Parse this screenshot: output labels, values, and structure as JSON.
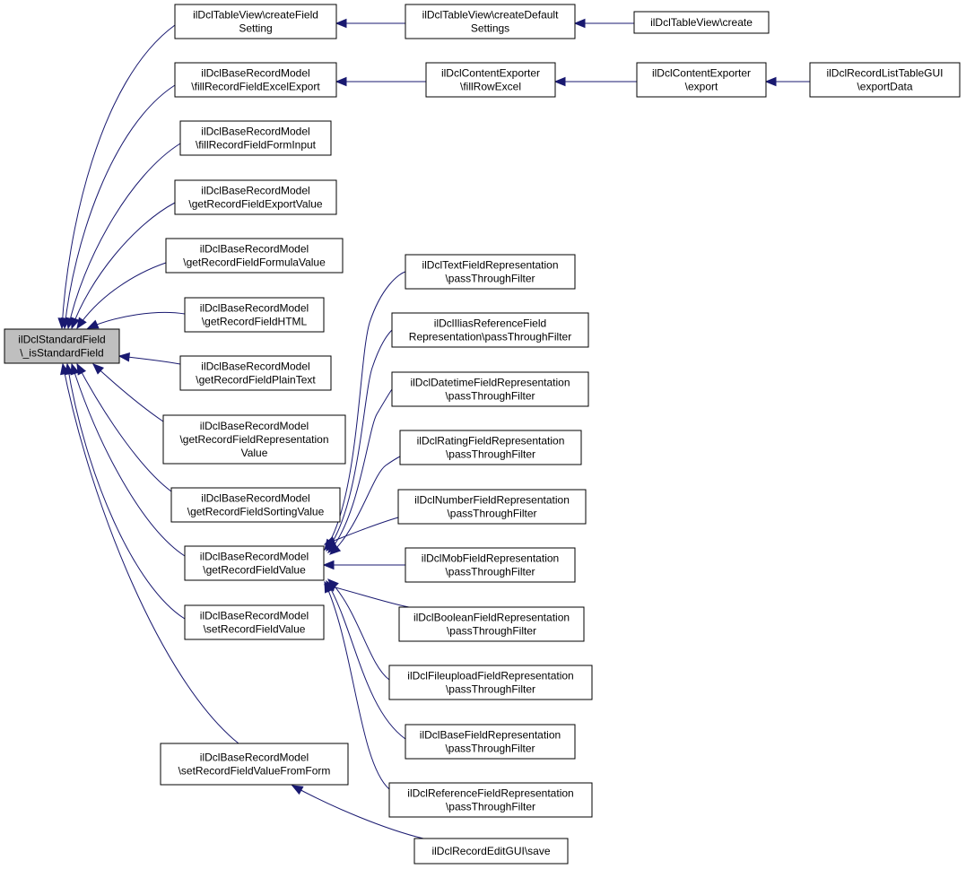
{
  "colors": {
    "edge": "#191970",
    "root_fill": "#bfbfbf",
    "node_fill": "#ffffff",
    "border": "#000000"
  },
  "nodes": [
    {
      "id": "root",
      "lines": [
        "ilDclStandardField",
        "\\_isStandardField"
      ]
    },
    {
      "id": "createFieldSetting",
      "lines": [
        "ilDclTableView\\createField",
        "Setting"
      ]
    },
    {
      "id": "createDefaultSettings",
      "lines": [
        "ilDclTableView\\createDefault",
        "Settings"
      ]
    },
    {
      "id": "create",
      "lines": [
        "ilDclTableView\\create"
      ]
    },
    {
      "id": "fillRecordFieldExcelExport",
      "lines": [
        "ilDclBaseRecordModel",
        "\\fillRecordFieldExcelExport"
      ]
    },
    {
      "id": "fillRowExcel",
      "lines": [
        "ilDclContentExporter",
        "\\fillRowExcel"
      ]
    },
    {
      "id": "export",
      "lines": [
        "ilDclContentExporter",
        "\\export"
      ]
    },
    {
      "id": "exportData",
      "lines": [
        "ilDclRecordListTableGUI",
        "\\exportData"
      ]
    },
    {
      "id": "fillRecordFieldFormInput",
      "lines": [
        "ilDclBaseRecordModel",
        "\\fillRecordFieldFormInput"
      ]
    },
    {
      "id": "getRecordFieldExportValue",
      "lines": [
        "ilDclBaseRecordModel",
        "\\getRecordFieldExportValue"
      ]
    },
    {
      "id": "getRecordFieldFormulaValue",
      "lines": [
        "ilDclBaseRecordModel",
        "\\getRecordFieldFormulaValue"
      ]
    },
    {
      "id": "getRecordFieldHTML",
      "lines": [
        "ilDclBaseRecordModel",
        "\\getRecordFieldHTML"
      ]
    },
    {
      "id": "getRecordFieldPlainText",
      "lines": [
        "ilDclBaseRecordModel",
        "\\getRecordFieldPlainText"
      ]
    },
    {
      "id": "getRecordFieldRepresentationValue",
      "lines": [
        "ilDclBaseRecordModel",
        "\\getRecordFieldRepresentation",
        "Value"
      ]
    },
    {
      "id": "getRecordFieldSortingValue",
      "lines": [
        "ilDclBaseRecordModel",
        "\\getRecordFieldSortingValue"
      ]
    },
    {
      "id": "getRecordFieldValue",
      "lines": [
        "ilDclBaseRecordModel",
        "\\getRecordFieldValue"
      ]
    },
    {
      "id": "setRecordFieldValue",
      "lines": [
        "ilDclBaseRecordModel",
        "\\setRecordFieldValue"
      ]
    },
    {
      "id": "setRecordFieldValueFromForm",
      "lines": [
        "ilDclBaseRecordModel",
        "\\setRecordFieldValueFromForm"
      ]
    },
    {
      "id": "textFieldRep",
      "lines": [
        "ilDclTextFieldRepresentation",
        "\\passThroughFilter"
      ]
    },
    {
      "id": "iliasRefFieldRep",
      "lines": [
        "ilDclIliasReferenceField",
        "Representation\\passThroughFilter"
      ]
    },
    {
      "id": "datetimeFieldRep",
      "lines": [
        "ilDclDatetimeFieldRepresentation",
        "\\passThroughFilter"
      ]
    },
    {
      "id": "ratingFieldRep",
      "lines": [
        "ilDclRatingFieldRepresentation",
        "\\passThroughFilter"
      ]
    },
    {
      "id": "numberFieldRep",
      "lines": [
        "ilDclNumberFieldRepresentation",
        "\\passThroughFilter"
      ]
    },
    {
      "id": "mobFieldRep",
      "lines": [
        "ilDclMobFieldRepresentation",
        "\\passThroughFilter"
      ]
    },
    {
      "id": "booleanFieldRep",
      "lines": [
        "ilDclBooleanFieldRepresentation",
        "\\passThroughFilter"
      ]
    },
    {
      "id": "fileuploadFieldRep",
      "lines": [
        "ilDclFileuploadFieldRepresentation",
        "\\passThroughFilter"
      ]
    },
    {
      "id": "baseFieldRep",
      "lines": [
        "ilDclBaseFieldRepresentation",
        "\\passThroughFilter"
      ]
    },
    {
      "id": "referenceFieldRep",
      "lines": [
        "ilDclReferenceFieldRepresentation",
        "\\passThroughFilter"
      ]
    },
    {
      "id": "recordEditSave",
      "lines": [
        "ilDclRecordEditGUI\\save"
      ]
    }
  ],
  "edges": [
    {
      "from": "createFieldSetting",
      "to": "root"
    },
    {
      "from": "createDefaultSettings",
      "to": "createFieldSetting"
    },
    {
      "from": "create",
      "to": "createDefaultSettings"
    },
    {
      "from": "fillRecordFieldExcelExport",
      "to": "root"
    },
    {
      "from": "fillRowExcel",
      "to": "fillRecordFieldExcelExport"
    },
    {
      "from": "export",
      "to": "fillRowExcel"
    },
    {
      "from": "exportData",
      "to": "export"
    },
    {
      "from": "fillRecordFieldFormInput",
      "to": "root"
    },
    {
      "from": "getRecordFieldExportValue",
      "to": "root"
    },
    {
      "from": "getRecordFieldFormulaValue",
      "to": "root"
    },
    {
      "from": "getRecordFieldHTML",
      "to": "root"
    },
    {
      "from": "getRecordFieldPlainText",
      "to": "root"
    },
    {
      "from": "getRecordFieldRepresentationValue",
      "to": "root"
    },
    {
      "from": "getRecordFieldSortingValue",
      "to": "root"
    },
    {
      "from": "getRecordFieldValue",
      "to": "root"
    },
    {
      "from": "setRecordFieldValue",
      "to": "root"
    },
    {
      "from": "setRecordFieldValueFromForm",
      "to": "root"
    },
    {
      "from": "textFieldRep",
      "to": "getRecordFieldValue"
    },
    {
      "from": "iliasRefFieldRep",
      "to": "getRecordFieldValue"
    },
    {
      "from": "datetimeFieldRep",
      "to": "getRecordFieldValue"
    },
    {
      "from": "ratingFieldRep",
      "to": "getRecordFieldValue"
    },
    {
      "from": "numberFieldRep",
      "to": "getRecordFieldValue"
    },
    {
      "from": "mobFieldRep",
      "to": "getRecordFieldValue"
    },
    {
      "from": "booleanFieldRep",
      "to": "getRecordFieldValue"
    },
    {
      "from": "fileuploadFieldRep",
      "to": "getRecordFieldValue"
    },
    {
      "from": "baseFieldRep",
      "to": "getRecordFieldValue"
    },
    {
      "from": "referenceFieldRep",
      "to": "getRecordFieldValue"
    },
    {
      "from": "recordEditSave",
      "to": "setRecordFieldValueFromForm"
    }
  ]
}
